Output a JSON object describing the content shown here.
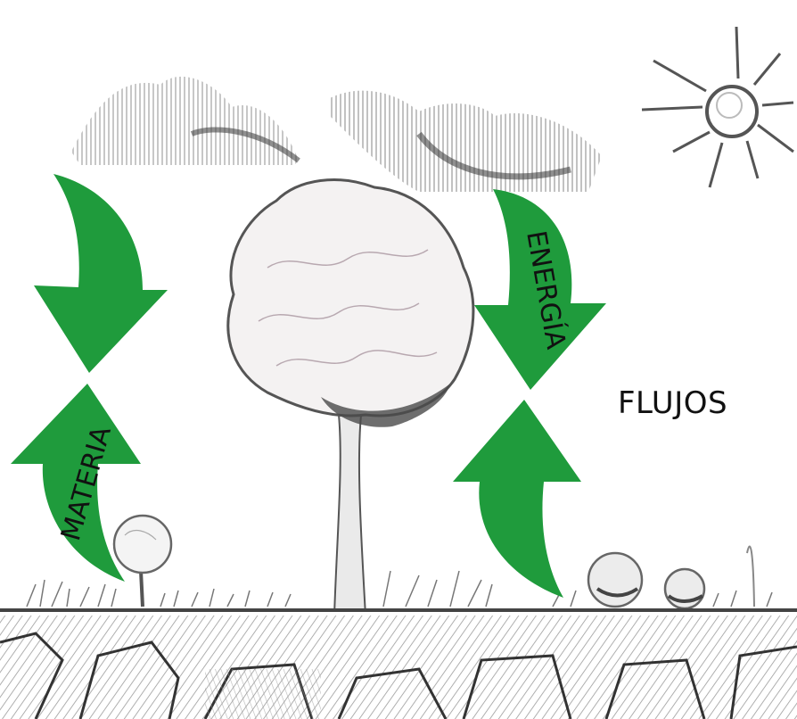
{
  "labels": {
    "flujos": "FLUJOS",
    "materia": "MATERIA",
    "energia": "ENERGÍA"
  },
  "colors": {
    "arrow": "#1f9b3c",
    "pencil": "#555555",
    "paper": "#ffffff"
  },
  "icons": [
    "sun-icon",
    "cloud-icon",
    "tree-icon",
    "shrub-icon",
    "grass-icon",
    "arrow-down-icon",
    "arrow-up-icon"
  ]
}
